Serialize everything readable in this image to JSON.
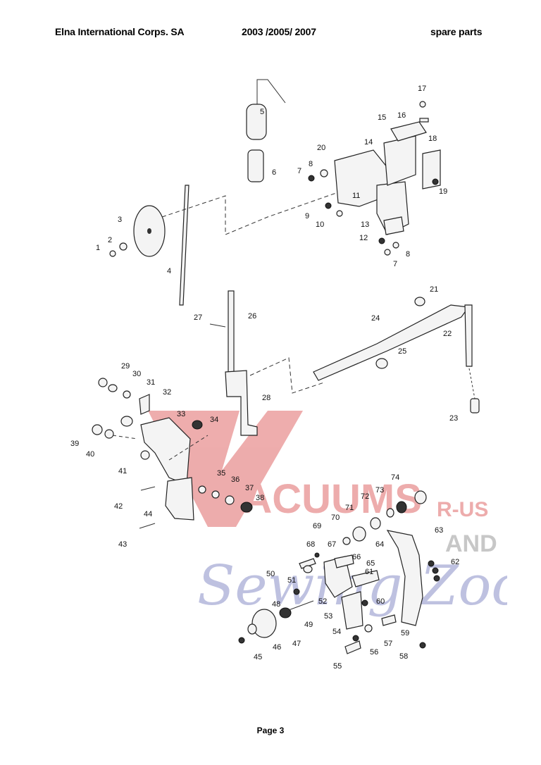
{
  "header": {
    "company": "Elna International Corps. SA",
    "models": "2003 /2005/ 2007",
    "section": "spare parts"
  },
  "footer": {
    "page": "Page 3"
  },
  "watermark": {
    "line1": "VACUUMS",
    "line2": "R-US",
    "line3": "AND",
    "line4": "Sewing Zoo",
    "colors": {
      "red": "#e06a6a",
      "blue": "#8a8fc8",
      "gray": "#9a9a9a"
    }
  },
  "callouts": {
    "top": [
      "1",
      "2",
      "3",
      "4",
      "5",
      "6",
      "7",
      "8",
      "9",
      "10",
      "11",
      "12",
      "13",
      "14",
      "15",
      "16",
      "17",
      "18",
      "19",
      "20"
    ],
    "middle": [
      "21",
      "22",
      "23",
      "24",
      "25",
      "26",
      "27",
      "28"
    ],
    "lower_left": [
      "29",
      "30",
      "31",
      "32",
      "33",
      "34",
      "35",
      "36",
      "37",
      "38",
      "39",
      "40",
      "41",
      "42",
      "43",
      "44"
    ],
    "lower_right": [
      "45",
      "46",
      "47",
      "48",
      "49",
      "50",
      "51",
      "52",
      "53",
      "54",
      "55",
      "56",
      "57",
      "58",
      "59",
      "60",
      "61",
      "62",
      "63",
      "64",
      "65",
      "66",
      "67",
      "68",
      "69",
      "70",
      "71",
      "72",
      "73",
      "74"
    ]
  }
}
